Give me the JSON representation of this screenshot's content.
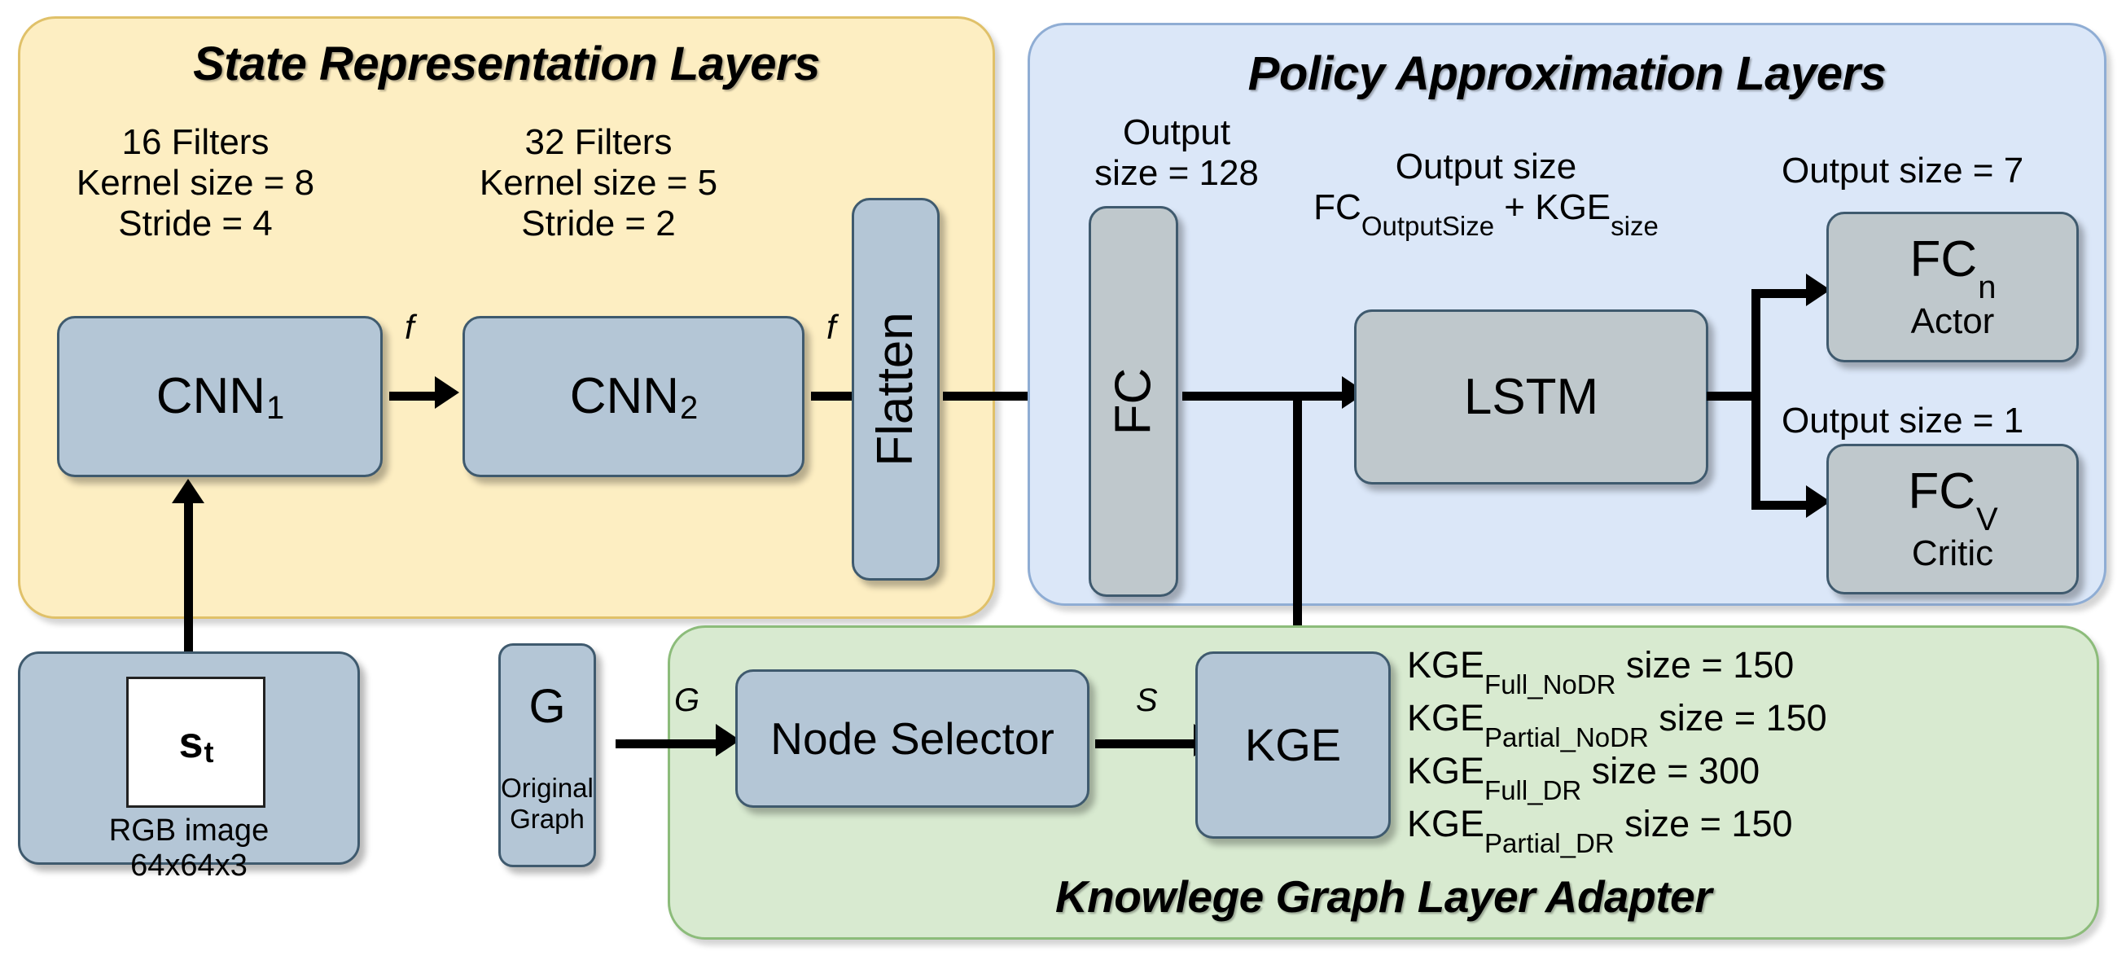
{
  "diagram": {
    "panels": {
      "state": {
        "title": "State Representation Layers"
      },
      "policy": {
        "title": "Policy Approximation Layers"
      },
      "kg": {
        "title": "Knowlege Graph Layer Adapter"
      }
    },
    "state_layers": {
      "cnn1_params": {
        "filters": "16 Filters",
        "kernel": "Kernel size = 8",
        "stride": "Stride = 4"
      },
      "cnn2_params": {
        "filters": "32 Filters",
        "kernel": "Kernel size = 5",
        "stride": "Stride = 2"
      },
      "cnn1": {
        "label": "CNN",
        "subscript": "1"
      },
      "cnn2": {
        "label": "CNN",
        "subscript": "2"
      },
      "flatten": {
        "label": "Flatten"
      },
      "input": {
        "symbol": "s",
        "symbol_sub": "t",
        "caption_line1": "RGB image",
        "caption_line2": "64x64x3"
      }
    },
    "policy_layers": {
      "fc": {
        "label": "FC",
        "note_line1": "Output",
        "note_line2": "size = 128"
      },
      "lstm": {
        "label": "LSTM",
        "note_line1": "Output size",
        "note_line2_a": "FC",
        "note_line2_a_sub": "OutputSize",
        "note_line2_b": " + KGE",
        "note_line2_b_sub": "size"
      },
      "actor": {
        "label": "FC",
        "subscript": "n",
        "role": "Actor",
        "note": "Output size = 7"
      },
      "critic": {
        "label": "FC",
        "subscript": "V",
        "role": "Critic",
        "note": "Output size = 1"
      }
    },
    "kg_layers": {
      "graph_input": {
        "symbol": "G",
        "caption_line1": "Original",
        "caption_line2": "Graph"
      },
      "node_selector": {
        "label": "Node Selector"
      },
      "kge": {
        "label": "KGE"
      },
      "sizes": [
        {
          "name": "KGE",
          "sub": "Full_NoDR",
          "value": " size = 150"
        },
        {
          "name": "KGE",
          "sub": "Partial_NoDR",
          "value": " size = 150"
        },
        {
          "name": "KGE",
          "sub": "Full_DR",
          "value": " size = 300"
        },
        {
          "name": "KGE",
          "sub": "Partial_DR",
          "value": " size = 150"
        }
      ]
    },
    "edges": {
      "cnn1_to_cnn2": "f",
      "cnn2_to_flatten": "f",
      "graph_to_selector": "G",
      "selector_to_kge": "S"
    },
    "colors": {
      "state_panel_bg": "#fdeec2",
      "state_panel_border": "#e0c169",
      "policy_panel_bg": "#dbe7f8",
      "policy_panel_border": "#8fadd4",
      "kg_panel_bg": "#d8ead0",
      "kg_panel_border": "#8cbc7a",
      "node_bg": "#b4c6d6",
      "node_border": "#3f5a6e",
      "arrow": "#000000"
    }
  }
}
